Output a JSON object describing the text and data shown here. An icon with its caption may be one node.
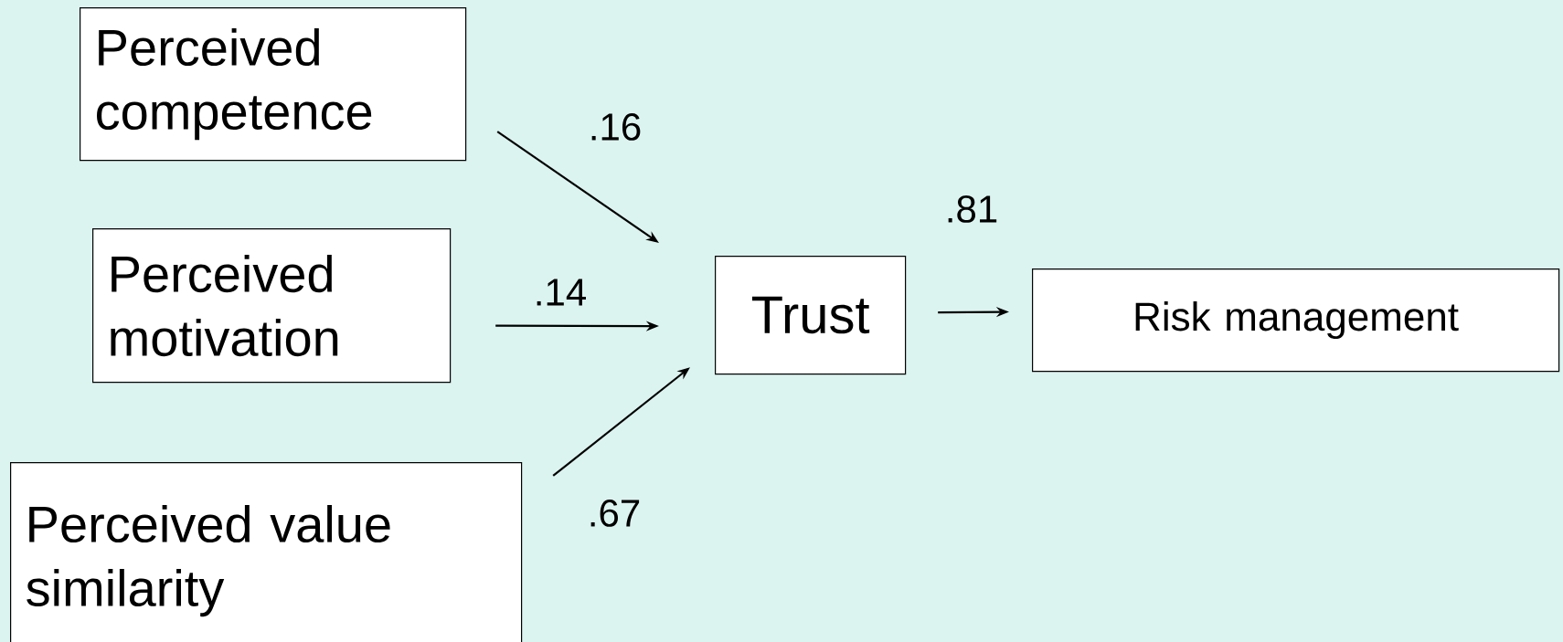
{
  "diagram": {
    "nodes": [
      {
        "text": [
          "Perceived competence"
        ]
      },
      {
        "text": [
          "Perceived motivation"
        ]
      },
      {
        "text": [
          "Perceived value similarity"
        ]
      },
      {
        "text": [
          "Trust"
        ]
      },
      {
        "text": [
          "Risk management"
        ]
      }
    ],
    "edges": [
      {
        "from": 0,
        "to": 3,
        "arrow": "to",
        "label": ".16"
      },
      {
        "from": 1,
        "to": 3,
        "arrow": "to",
        "label": ".14"
      },
      {
        "from": 2,
        "to": 3,
        "arrow": "to",
        "label": ".67"
      },
      {
        "from": 3,
        "to": 4,
        "arrow": "to",
        "label": ".81"
      }
    ]
  }
}
